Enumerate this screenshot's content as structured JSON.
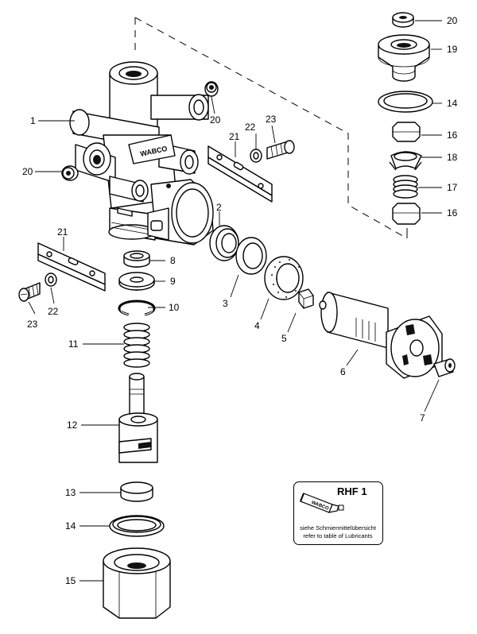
{
  "callouts": [
    {
      "id": "c1",
      "label": "1"
    },
    {
      "id": "c2",
      "label": "2"
    },
    {
      "id": "c3",
      "label": "3"
    },
    {
      "id": "c4",
      "label": "4"
    },
    {
      "id": "c5",
      "label": "5"
    },
    {
      "id": "c6",
      "label": "6"
    },
    {
      "id": "c7",
      "label": "7"
    },
    {
      "id": "c8",
      "label": "8"
    },
    {
      "id": "c9",
      "label": "9"
    },
    {
      "id": "c10",
      "label": "10"
    },
    {
      "id": "c11",
      "label": "11"
    },
    {
      "id": "c12",
      "label": "12"
    },
    {
      "id": "c13",
      "label": "13"
    },
    {
      "id": "c14a",
      "label": "14"
    },
    {
      "id": "c14b",
      "label": "14"
    },
    {
      "id": "c15",
      "label": "15"
    },
    {
      "id": "c16a",
      "label": "16"
    },
    {
      "id": "c16b",
      "label": "16"
    },
    {
      "id": "c17",
      "label": "17"
    },
    {
      "id": "c18",
      "label": "18"
    },
    {
      "id": "c19",
      "label": "19"
    },
    {
      "id": "c20a",
      "label": "20"
    },
    {
      "id": "c20b",
      "label": "20"
    },
    {
      "id": "c20c",
      "label": "20"
    },
    {
      "id": "c21a",
      "label": "21"
    },
    {
      "id": "c21b",
      "label": "21"
    },
    {
      "id": "c22a",
      "label": "22"
    },
    {
      "id": "c22b",
      "label": "22"
    },
    {
      "id": "c23a",
      "label": "23"
    },
    {
      "id": "c23b",
      "label": "23"
    }
  ],
  "body_logo": "WABCO",
  "rhf": {
    "title": "RHF 1",
    "tube_brand": "WABCO",
    "note_de": "siehe Schmiermittelübersicht",
    "note_en": "refer to table of Lubricants"
  }
}
